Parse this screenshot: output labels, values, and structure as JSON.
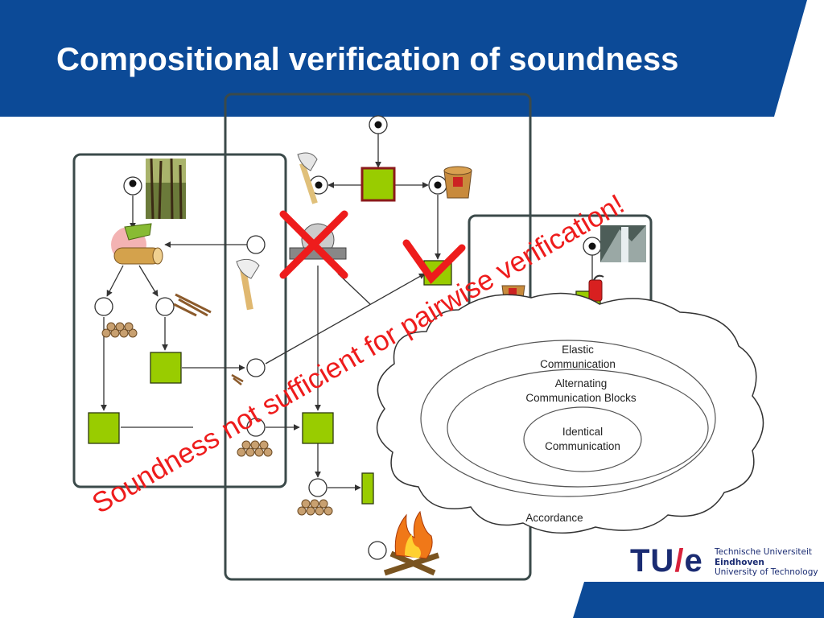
{
  "slide": {
    "title": "Compositional verification of soundness",
    "overlay_text": "Soundness not sufficient for pairwise verification!",
    "colors": {
      "banner": "#0c4a97",
      "box_border": "#3b4a4a",
      "transition_fill": "#99cc00",
      "highlight_transition_border": "#8b1a1a",
      "cross": "#ee1c1c",
      "overlay_text": "#ee1c1c"
    }
  },
  "cloud": {
    "labels": {
      "elastic": "Elastic",
      "elastic_2": "Communication",
      "alternating": "Alternating",
      "alternating_2": "Communication Blocks",
      "identical": "Identical",
      "identical_2": "Communication",
      "accordance": "Accordance"
    }
  },
  "logo": {
    "mark_left": "TU",
    "mark_slash": "/",
    "mark_right": "e",
    "line1": "Technische Universiteit",
    "line2": "Eindhoven",
    "line3": "University of Technology"
  },
  "icons": [
    "forest-photo-icon",
    "axe-icon",
    "chopping-log-icon",
    "firewood-icon",
    "sticks-icon",
    "bucket-icon",
    "saw-icon",
    "campfire-icon",
    "waterfall-photo-icon",
    "fire-extinguisher-icon"
  ]
}
